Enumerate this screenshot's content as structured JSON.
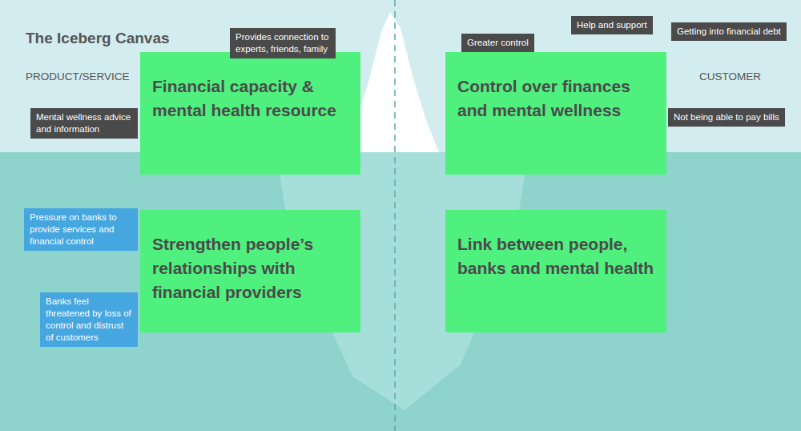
{
  "diagram": {
    "title": "The Iceberg Canvas",
    "nodes": [
      {
        "text": [
          "Provides connection to experts, friends, family"
        ]
      },
      {
        "text": [
          "Help and support"
        ]
      },
      {
        "text": [
          "Getting into financial debt"
        ]
      },
      {
        "text": [
          "Greater control"
        ]
      },
      {
        "text": [
          "Financial capacity & mental health resource"
        ]
      },
      {
        "text": [
          "Control over finances and mental wellness"
        ]
      },
      {
        "text": [
          "Mental wellness advice and information"
        ]
      },
      {
        "text": [
          "Not being able to pay bills"
        ]
      },
      {
        "text": [
          "Pressure on banks to provide services and financial control"
        ]
      },
      {
        "text": [
          "Strengthen people’s relationships with financial providers"
        ]
      },
      {
        "text": [
          "Link between people, banks and mental health"
        ]
      },
      {
        "text": [
          "Banks feel threatened by loss of control and distrust of customers"
        ]
      }
    ],
    "labels": [
      "PRODUCT/SERVICE",
      "CUSTOMER"
    ]
  }
}
